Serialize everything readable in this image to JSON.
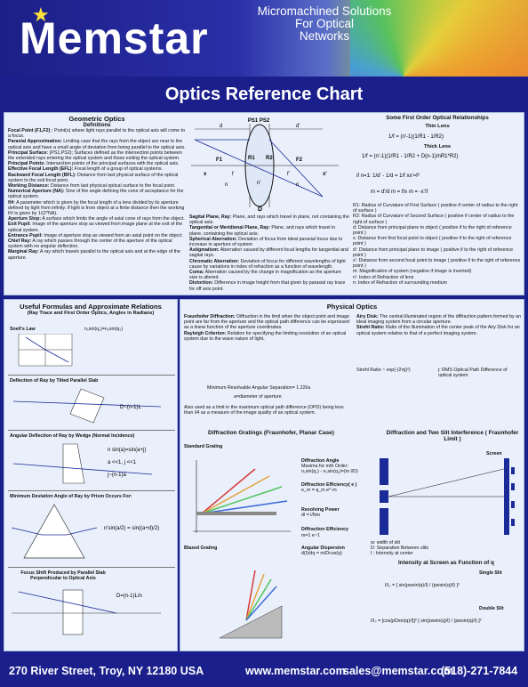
{
  "header": {
    "logo": "Memstar",
    "tagline": [
      "Micromachined Solutions",
      "For Optical",
      "Networks"
    ]
  },
  "title": "Optics Reference Chart",
  "geometric": {
    "heading": "Geometric Optics",
    "subheading": "Definitions",
    "defs": [
      [
        "Focal Point (F1,F2) :",
        "Point(s) where light rays parallel to the optical axis will come to a focus."
      ],
      [
        "Paraxial Approximation:",
        "Limiting case that the rays from the object are near to the optical axis and have a small angle of deviation from being parallel to the optical axis."
      ],
      [
        "Principal Surface:",
        "(PS1,PS2); Surfaces defined as the intersection points between the extended rays entering the optical system and those exiting the optical system."
      ],
      [
        "Principal Points:",
        "Intersection points of the principal surfaces with the optical axis."
      ],
      [
        "Effective Focal Length (EFL):",
        "Focal length of a group of optical systems."
      ],
      [
        "Backward Focal Length (BFL):",
        "Distance from last physical surface of the optical system to the exit focal point."
      ],
      [
        "Working Distance:",
        "Distance from last physical optical surface to the focal point."
      ],
      [
        "Numerical Aperture (NA):",
        "Sine of the angle defining the cone of acceptance for the optical system."
      ],
      [
        "f/#:",
        "A parameter which is given by the focal length of a lens divided by its aperture defined by light from infinity. If light is from object at a finite distance then the working f/# is given by 1/(2*NA)."
      ],
      [
        "Aperture Stop:",
        "A surface which limits the angle of axial cone of rays from the object."
      ],
      [
        "Exit Pupil:",
        "Image of the aperture stop as viewed from image plane at the exit of the optical system."
      ],
      [
        "Entrance Pupil:",
        "Image of aperture stop as viewed from an axial point on the object."
      ],
      [
        "Chief Ray:",
        "A ray which passes through the center of the aperture of the optical system with no angular deflection."
      ],
      [
        "Marginal Ray:",
        "A ray which travels parallel to the optical axis and at the edge of the aperture."
      ]
    ],
    "defs2": [
      [
        "Sagital Plane, Ray:",
        "Plane, and rays which travel in plane, not containing the optical axis."
      ],
      [
        "Tangential or Meridional Plane, Ray:",
        "Plane, and rays which travel in plane, containing the optical axis."
      ],
      [
        "Spherical Aberration:",
        "Deviation of focus from ideal paraxial focus due to increase in aperture of system"
      ],
      [
        "Astigmatism:",
        "Aberration caused by different focal lengths for tangential and sagital rays."
      ],
      [
        "Chromatic Aberration:",
        "Deviation of focus for different wavelengths of light cause by variations in index of refraction as a function of wavelength."
      ],
      [
        "Coma:",
        "Aberration caused by the change in magnification as the aperture size is altered."
      ],
      [
        "Distortion:",
        "Difference in image height from that given by paraxial ray trace for off axis point."
      ]
    ],
    "lens_labels": {
      "ps": "PS1 PS2",
      "d": "d",
      "dp": "d'",
      "f1": "F1",
      "f2": "F2",
      "r1": "R1",
      "r2": "R2",
      "x": "x",
      "xp": "x'",
      "f": "f",
      "fp": "f'",
      "n": "n",
      "np": "n'",
      "D": "D"
    }
  },
  "paraxial": {
    "heading": "Some First Order Optical Relationships",
    "thin": "Thin Lens",
    "thick": "Thick Lens",
    "legend": [
      "R1: Radius of Curvature of First Surface ( positive if center of radius to the right of surface )",
      "R2: Radius of Curvature of Second Surface ( positive if center of radius to the right of surface )",
      "d:   Distance from principal plane to object ( positive if to the right of reference point )",
      "x:   Distance from first focal point to object ( positive if to the right of reference point )",
      "d':  Distance from principal plane to image ( positive if to the right of reference point )",
      "x':  Distance from second focal point to image ( positive if to the right of reference point )",
      "m:  Magnification of system (negative if image is inverted)",
      "n':  Index of Refraction of lens",
      "n:   Index of Refraction of surrounding medium"
    ]
  },
  "formulas": {
    "heading": "Useful Formulas and Approximate Relations",
    "sub": "(Ray Trace and First Order Optics, Angles in Radians)",
    "items": [
      "Snell's Law",
      "Deflection of Ray by Tilted Parallel Slab",
      "Angular Deflection of Ray by Wedge (Normal Incidence)",
      "Minimum Deviation Angle of Ray by Prism Occurs For:",
      "Focus Shift Produced by Parallel Slab Perpendicular to Optical Axis"
    ]
  },
  "physical": {
    "heading": "Physical Optics",
    "left": [
      [
        "Fraunhofer Diffraction:",
        "Diffraction in the limit when the object point and image point are far from the aperture and the optical path difference can be expressed as a linear function of the aperture coordinates."
      ],
      [
        "Rayleigh Criterion:",
        "Relation for specifying the limiting resolution of an optical system due to the wave nature of light."
      ]
    ],
    "res": "Minimum Resolvable Angular Separation=",
    "res_note": "a=diameter of aperture",
    "opd": "Also used as a limit in the maximum optical path difference (OPD) being less than l/4 as a measure of the image quality of an optical system.",
    "right": [
      [
        "Airy Disk:",
        "The central illuminated region of the diffraction pattern formed by an ideal imaging system from a circular aperture."
      ],
      [
        "Strehl Ratio:",
        "Ratio of the illumination of the center peak of the Airy Disk for an optical system relative to that of a perfect imaging system."
      ]
    ],
    "strehl": "Strehl Ratio ~ exp(-(2πj)²)",
    "strehl_note": "j: RMS Optical Path Difference of optical system",
    "gratings": "Diffraction Gratings (Fraunhofer, Planar Case)",
    "std": "Standard Grating",
    "blazed": "Blazed Grating",
    "g_items": [
      "Diffraction Angle",
      "Maxima for mth Order:",
      "Diffraction Efficiency( e )",
      "Resolving Power",
      "Diffraction Efficiency",
      "Angular Dispersion"
    ],
    "twoslit": "Diffraction and Two Slit Interference ( Fraunhofer Limit )",
    "screen": "Screen",
    "slit_legend": [
      "w:  width of slit",
      "D:  Separation Between slits",
      "I :  Intensity at center"
    ],
    "intensity": "Intensity at Screen as Function of q",
    "single": "Single Slit",
    "double": "Double Slit"
  },
  "footer": {
    "address": "270 River Street, Troy, NY  12180  USA",
    "web": "www.memstar.com",
    "email": "sales@memstar.com",
    "phone": "(518)-271-7844"
  }
}
